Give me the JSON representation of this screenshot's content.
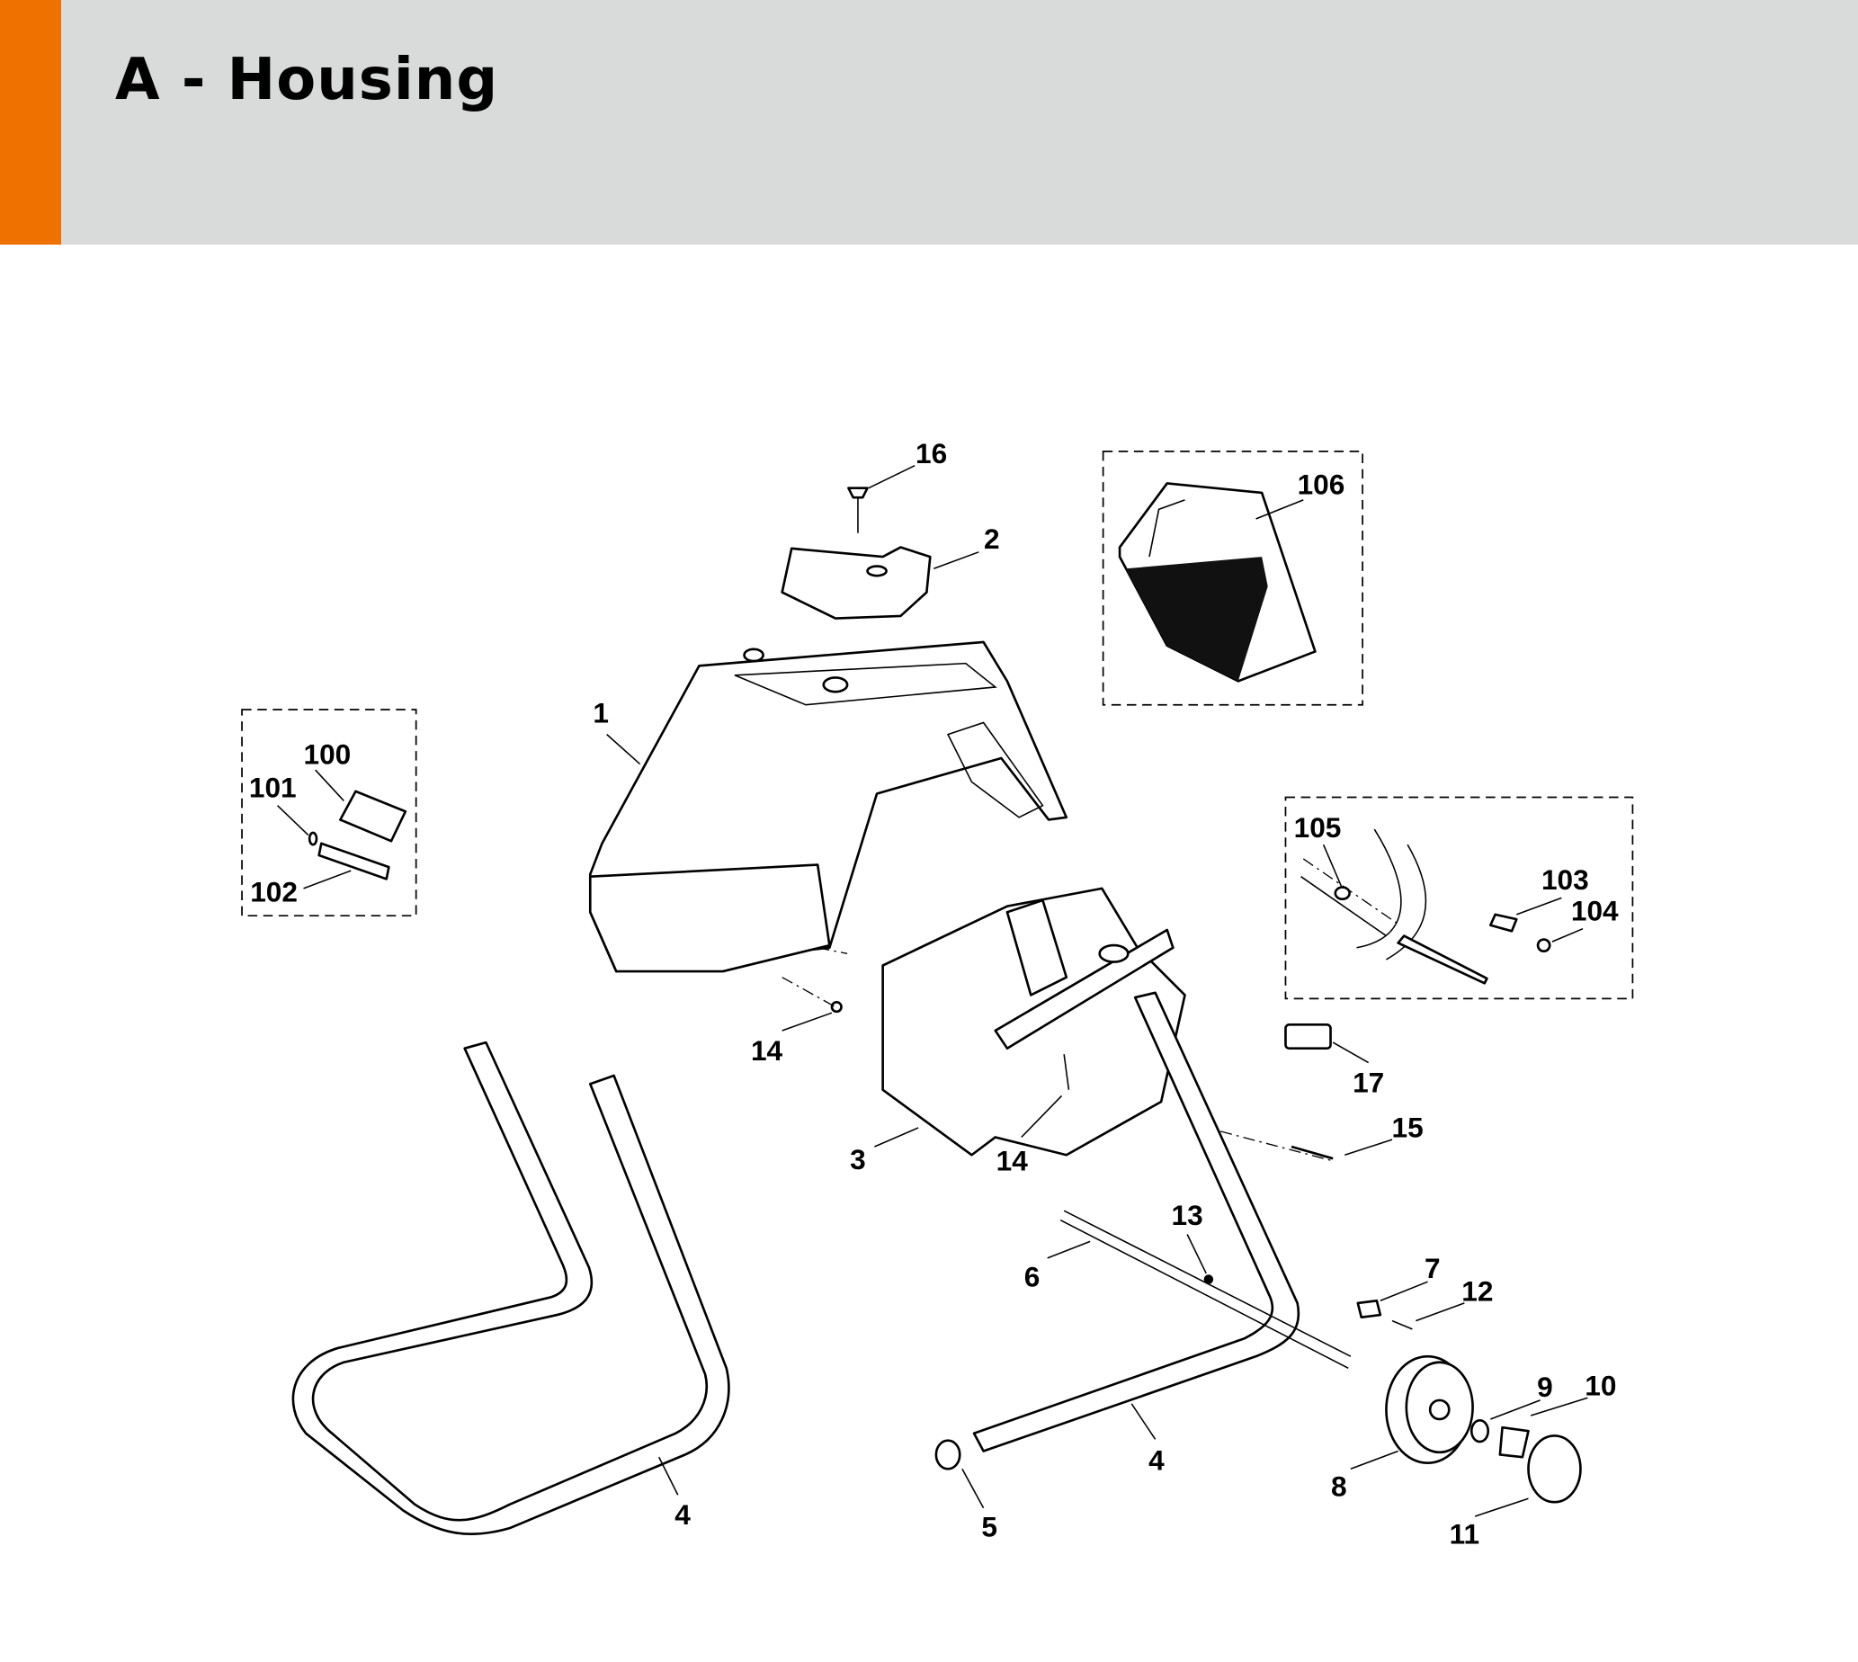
{
  "header": {
    "title": "A - Housing",
    "accent_color": "#ef7100",
    "background_color": "#d9dbda"
  },
  "callouts": {
    "c16": "16",
    "c2": "2",
    "c106": "106",
    "c1": "1",
    "c100": "100",
    "c101": "101",
    "c102": "102",
    "c105": "105",
    "c103": "103",
    "c104": "104",
    "c14a": "14",
    "c17": "17",
    "c3": "3",
    "c14b": "14",
    "c15": "15",
    "c13": "13",
    "c6": "6",
    "c7": "7",
    "c12": "12",
    "c9": "9",
    "c10": "10",
    "c4a": "4",
    "c4b": "4",
    "c8": "8",
    "c5": "5",
    "c11": "11"
  }
}
